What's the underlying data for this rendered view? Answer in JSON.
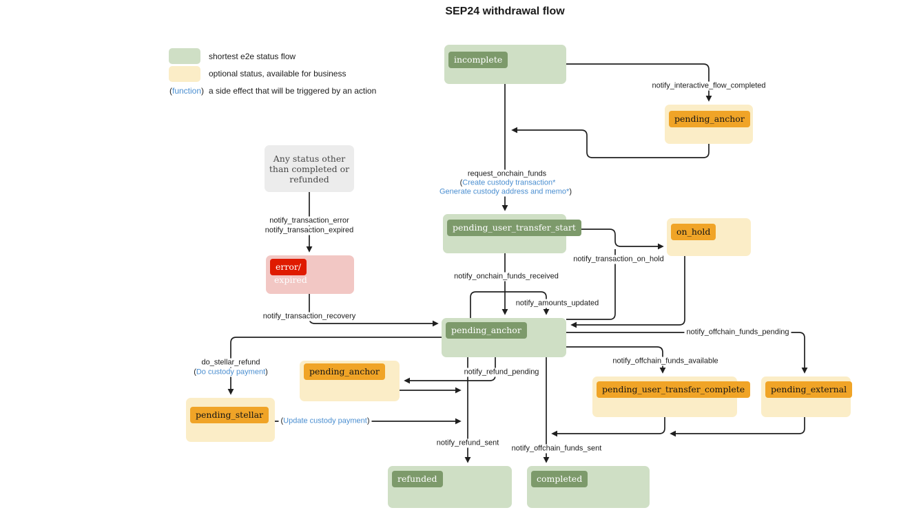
{
  "title": "SEP24 withdrawal flow",
  "colors": {
    "green_box": "#cfdfc5",
    "green_chip": "#7d9a6b",
    "cream_box": "#fbedc7",
    "orange_chip": "#f0a427",
    "pink_box": "#f2c7c4",
    "red_chip": "#df1b00",
    "gray_box": "#ececec",
    "blue_text": "#4a8ed0"
  },
  "punct": {
    "open": "(",
    "close": ")"
  },
  "legend": {
    "shortest": "shortest e2e status flow",
    "optional": "optional status, available for business",
    "function_word": "function",
    "side_effect": "a side effect that will be triggered by an action"
  },
  "nodes": {
    "incomplete": "incomplete",
    "pending_anchor_top": "pending_anchor",
    "any_status_line1": "Any status other",
    "any_status_line2": "than completed or",
    "any_status_line3": "refunded",
    "error_line1": "error/",
    "error_line2": "expired",
    "pending_user_transfer_start": "pending_user_transfer_start",
    "on_hold": "on_hold",
    "pending_anchor": "pending_anchor",
    "pending_anchor_refund": "pending_anchor",
    "pending_user_transfer_complete": "pending_user_transfer_complete",
    "pending_external": "pending_external",
    "pending_stellar": "pending_stellar",
    "refunded": "refunded",
    "completed": "completed"
  },
  "edges": {
    "notify_interactive_flow_completed": "notify_interactive_flow_completed",
    "request_onchain_funds": "request_onchain_funds",
    "create_custody_transaction": "Create custody transaction*",
    "generate_custody_address": "Generate custody address and memo*",
    "notify_transaction_error": "notify_transaction_error",
    "notify_transaction_expired": "notify_transaction_expired",
    "notify_transaction_recovery": "notify_transaction_recovery",
    "notify_onchain_funds_received": "notify_onchain_funds_received",
    "notify_amounts_updated": "notify_amounts_updated",
    "notify_transaction_on_hold": "notify_transaction_on_hold",
    "notify_offchain_funds_pending": "notify_offchain_funds_pending",
    "notify_offchain_funds_available": "notify_offchain_funds_available",
    "notify_refund_pending": "notify_refund_pending",
    "do_stellar_refund": "do_stellar_refund",
    "do_custody_payment": "Do custody payment",
    "update_custody_payment": "Update custody payment",
    "notify_refund_sent": "notify_refund_sent",
    "notify_offchain_funds_sent": "notify_offchain_funds_sent"
  }
}
